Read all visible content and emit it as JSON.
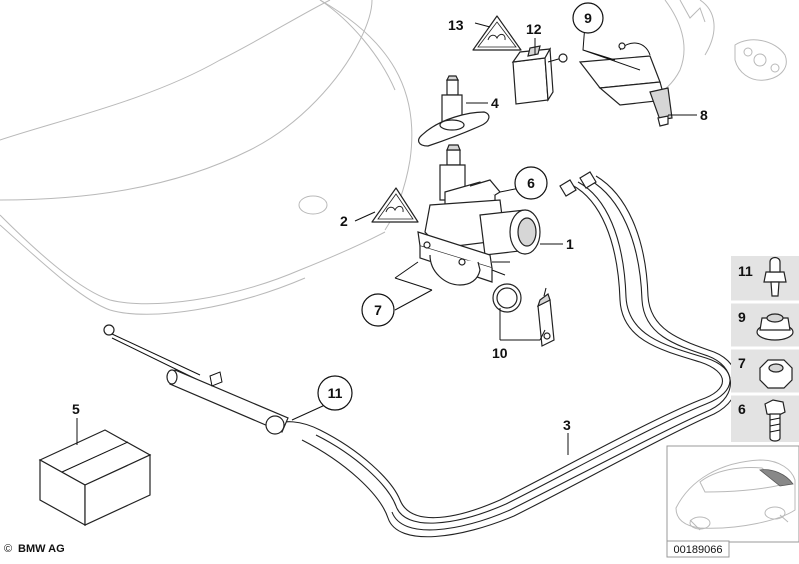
{
  "diagram": {
    "callouts": {
      "c1": "1",
      "c2": "2",
      "c3": "3",
      "c4": "4",
      "c5": "5",
      "c6": "6",
      "c7": "7",
      "c8": "8",
      "c9": "9",
      "c10": "10",
      "c11": "11",
      "c12": "12",
      "c13": "13"
    },
    "legend_panel": {
      "items": [
        {
          "label": "11",
          "icon": "clip-nut-icon"
        },
        {
          "label": "9",
          "icon": "flange-nut-icon"
        },
        {
          "label": "7",
          "icon": "hex-nut-icon"
        },
        {
          "label": "6",
          "icon": "hex-bolt-icon"
        }
      ]
    },
    "footer": {
      "brand": "BMW AG",
      "copyright_symbol": "©",
      "drawing_number": "00189066"
    }
  }
}
